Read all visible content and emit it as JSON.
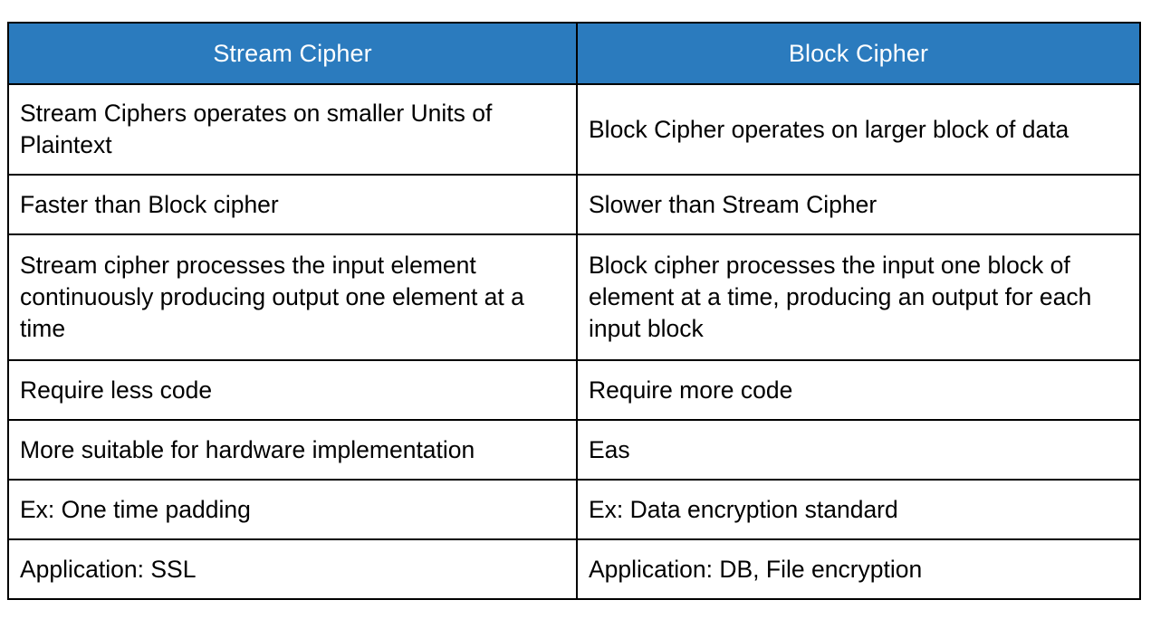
{
  "table": {
    "title": "Stream Cipher vs Block Cipher comparison",
    "accent_color": "#2b7bbe",
    "header_text_color": "#ffffff",
    "border_color": "#000000",
    "body_text_color": "#000000",
    "columns": [
      {
        "key": "stream",
        "label": "Stream Cipher"
      },
      {
        "key": "block",
        "label": "Block Cipher"
      }
    ],
    "rows": [
      {
        "stream": "Stream Ciphers operates on smaller Units of Plaintext",
        "block": "Block Cipher operates on larger block of data"
      },
      {
        "stream": "Faster than Block cipher",
        "block": "Slower than Stream Cipher"
      },
      {
        "stream": "Stream cipher processes the input element continuously producing output one element at a time",
        "block": "Block cipher processes the input one block of element at a time, producing an output for each input block"
      },
      {
        "stream": "Require less code",
        "block": "Require more code"
      },
      {
        "stream": "More suitable for hardware implementation",
        "block": "Eas"
      },
      {
        "stream": "Ex: One time padding",
        "block": "Ex: Data encryption standard"
      },
      {
        "stream": "Application: SSL",
        "block": "Application: DB, File encryption"
      }
    ]
  }
}
